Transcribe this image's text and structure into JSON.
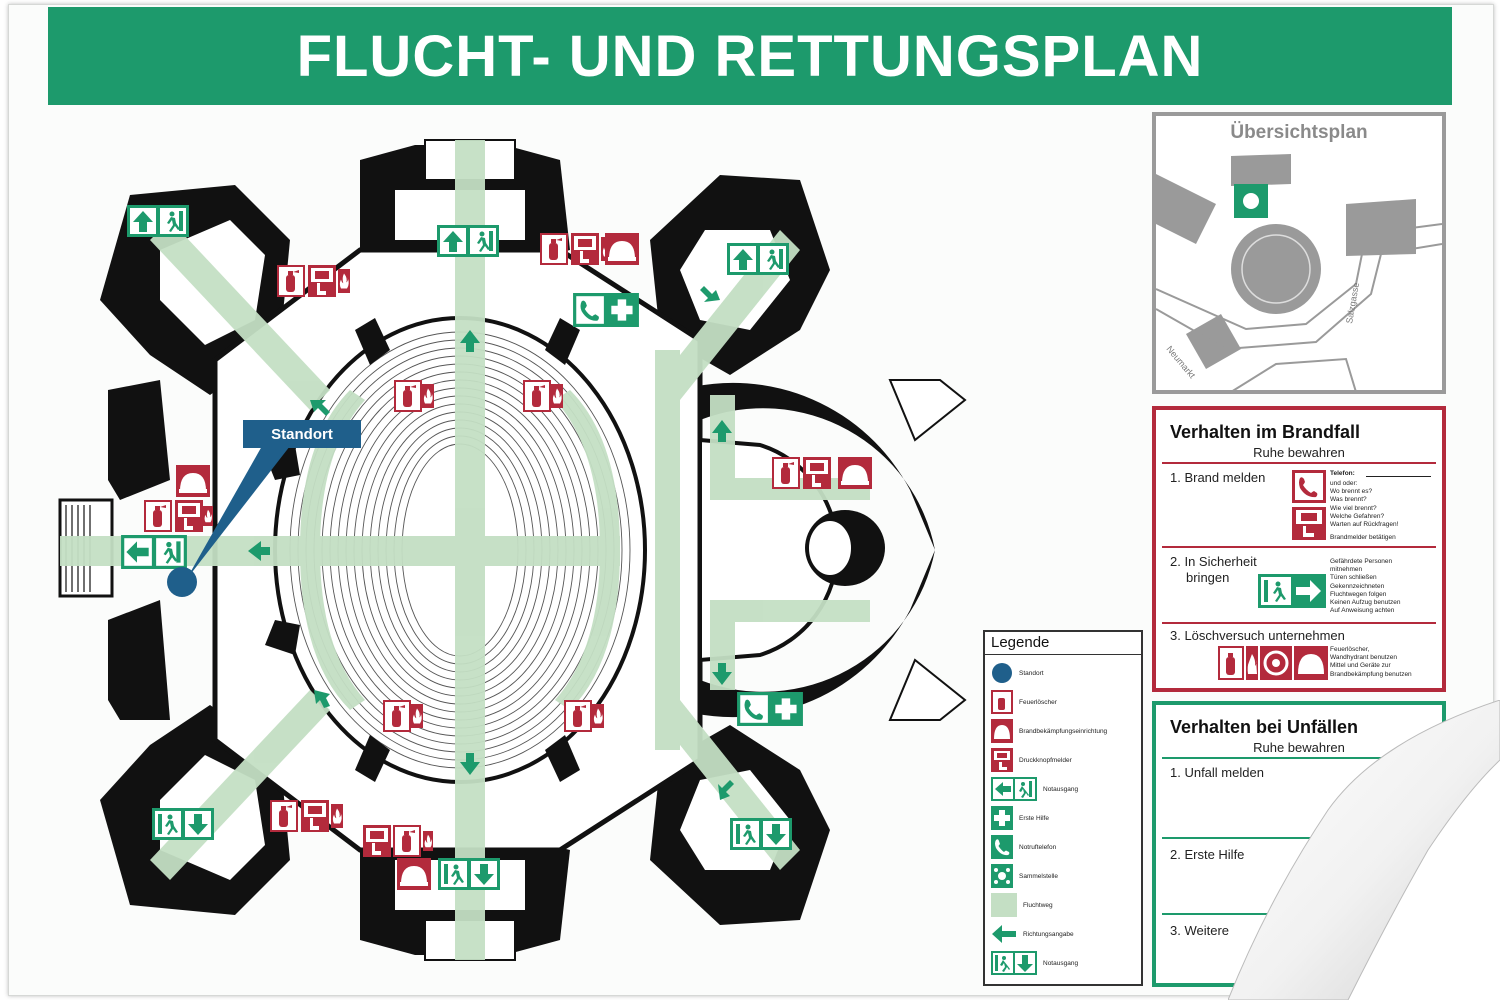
{
  "title": "FLUCHT- UND RETTUNGSPLAN",
  "standort_label": "Standort",
  "colors": {
    "green": "#1d9a6c",
    "red": "#b32a3c",
    "route": "#c4dfc4",
    "wall": "#111111",
    "marker": "#1f5f8b",
    "grey": "#9a9a9a"
  },
  "overview": {
    "title": "Übersichtsplan",
    "street1": "Salzgasse",
    "street2": "Neumarkt"
  },
  "fire": {
    "title": "Verhalten im Brandfall",
    "subtitle": "Ruhe bewahren",
    "step1": "1. Brand melden",
    "phone_label": "Telefon:",
    "notes1": [
      "und oder:",
      "Wo brennt es?",
      "Was brennt?",
      "Wie viel brennt?",
      "Welche Gefahren?",
      "Warten auf Rückfragen!"
    ],
    "alarm_note": "Brandmelder betätigen",
    "step2a": "2. In Sicherheit",
    "step2b": "bringen",
    "notes2": [
      "Gefährdete Personen",
      "mitnehmen",
      "Türen schließen",
      "Gekennzeichneten",
      "Fluchtwegen folgen",
      "Keinen Aufzug benutzen",
      "Auf Anweisung achten"
    ],
    "step3": "3. Löschversuch unternehmen",
    "notes3": [
      "Feuerlöscher,",
      "Wandhydrant benutzen",
      "Mittel und Geräte zur",
      "Brandbekämpfung benutzen"
    ]
  },
  "accident": {
    "title": "Verhalten bei Unfällen",
    "subtitle": "Ruhe bewahren",
    "step1": "1. Unfall melden",
    "step2": "2. Erste Hilfe",
    "step3": "3. Weitere"
  },
  "legend": {
    "title": "Legende",
    "items": [
      {
        "icon": "standort-icon",
        "label": "Standort"
      },
      {
        "icon": "fire-extinguisher-icon",
        "label": "Feuerlöscher"
      },
      {
        "icon": "firefighting-equipment-icon",
        "label": "Brandbekämpfungseinrichtung"
      },
      {
        "icon": "fire-alarm-button-icon",
        "label": "Druckknopfmelder"
      },
      {
        "icon": "emergency-exit-icon",
        "label": "Notausgang"
      },
      {
        "icon": "first-aid-icon",
        "label": "Erste Hilfe"
      },
      {
        "icon": "emergency-phone-icon",
        "label": "Notruftelefon"
      },
      {
        "icon": "assembly-point-icon",
        "label": "Sammelstelle"
      },
      {
        "icon": "escape-route-icon",
        "label": "Fluchtweg"
      },
      {
        "icon": "direction-arrow-icon",
        "label": "Richtungsangabe"
      },
      {
        "icon": "emergency-exit-down-icon",
        "label": "Notausgang"
      }
    ]
  }
}
